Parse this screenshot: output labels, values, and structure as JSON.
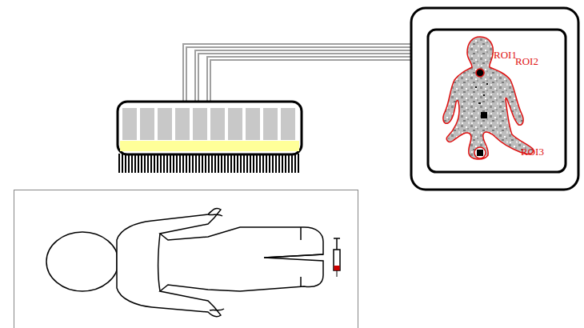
{
  "diagram": {
    "labels": [
      "ROI1",
      "ROI2",
      "ROI3"
    ]
  }
}
